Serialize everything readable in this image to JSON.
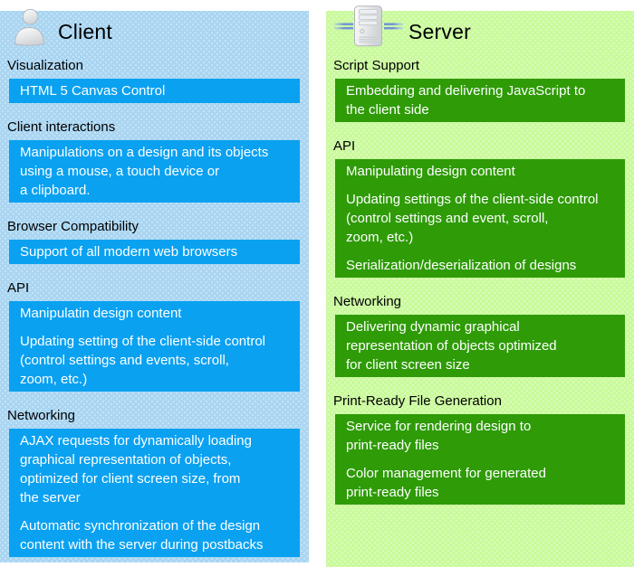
{
  "colors": {
    "client_panel_bg": "#a9d5f2",
    "client_box_bg": "#0aa1f1",
    "server_panel_bg": "#c9fa9b",
    "server_box_bg": "#2e9b07",
    "box_text": "#ffffff",
    "label_text": "#000000"
  },
  "client": {
    "title": "Client",
    "icon": "person-icon",
    "sections": [
      {
        "label": "Visualization",
        "items": [
          "HTML 5 Canvas Control"
        ]
      },
      {
        "label": "Client interactions",
        "items": [
          "Manipulations on a design and its objects\nusing a mouse, a touch device or\na clipboard."
        ]
      },
      {
        "label": "Browser Compatibility",
        "items": [
          "Support of all modern web browsers"
        ]
      },
      {
        "label": "API",
        "items": [
          "Manipulatin design content",
          "Updating setting of the client-side control\n(control settings and events, scroll,\nzoom, etc.)"
        ]
      },
      {
        "label": "Networking",
        "items": [
          "AJAX requests for dynamically loading\ngraphical representation of objects,\noptimized for client screen size, from\nthe server",
          "Automatic synchronization of the design\ncontent with the server during postbacks"
        ]
      }
    ]
  },
  "server": {
    "title": "Server",
    "icon": "server-icon",
    "sections": [
      {
        "label": "Script Support",
        "items": [
          "Embedding and delivering JavaScript to\nthe client side"
        ]
      },
      {
        "label": "API",
        "items": [
          "Manipulating design content",
          "Updating settings of the client-side control\n(control settings and event, scroll,\nzoom, etc.)",
          "Serialization/deserialization of designs"
        ]
      },
      {
        "label": "Networking",
        "items": [
          "Delivering dynamic graphical\nrepresentation of objects optimized\nfor client screen size"
        ]
      },
      {
        "label": "Print-Ready File Generation",
        "items": [
          "Service for rendering design to\nprint-ready files",
          "Color management for generated\nprint-ready files"
        ]
      }
    ]
  }
}
